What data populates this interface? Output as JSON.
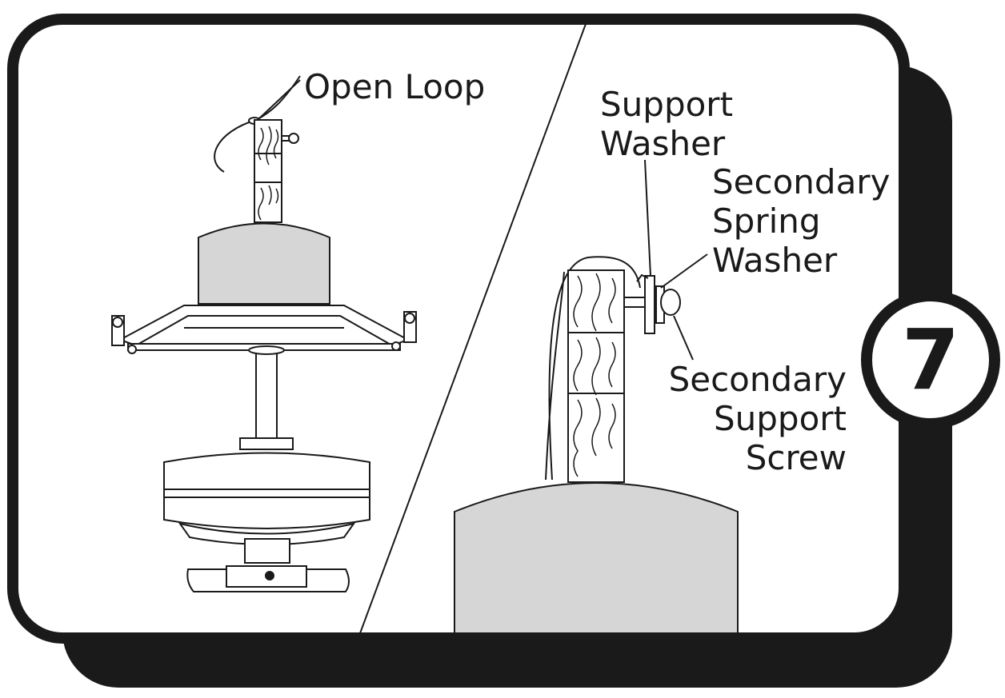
{
  "step": {
    "number": "7"
  },
  "labels": {
    "open_loop": "Open Loop",
    "support_washer": [
      "Support",
      "Washer"
    ],
    "secondary_spring_washer": [
      "Secondary",
      "Spring",
      "Washer"
    ],
    "secondary_support_screw": [
      "Secondary",
      "Support",
      "Screw"
    ]
  },
  "colors": {
    "outline": "#1a1a1a",
    "panel": "#ffffff",
    "canopy_fill": "#d6d6d6",
    "shadow": "#1a1a1a"
  }
}
